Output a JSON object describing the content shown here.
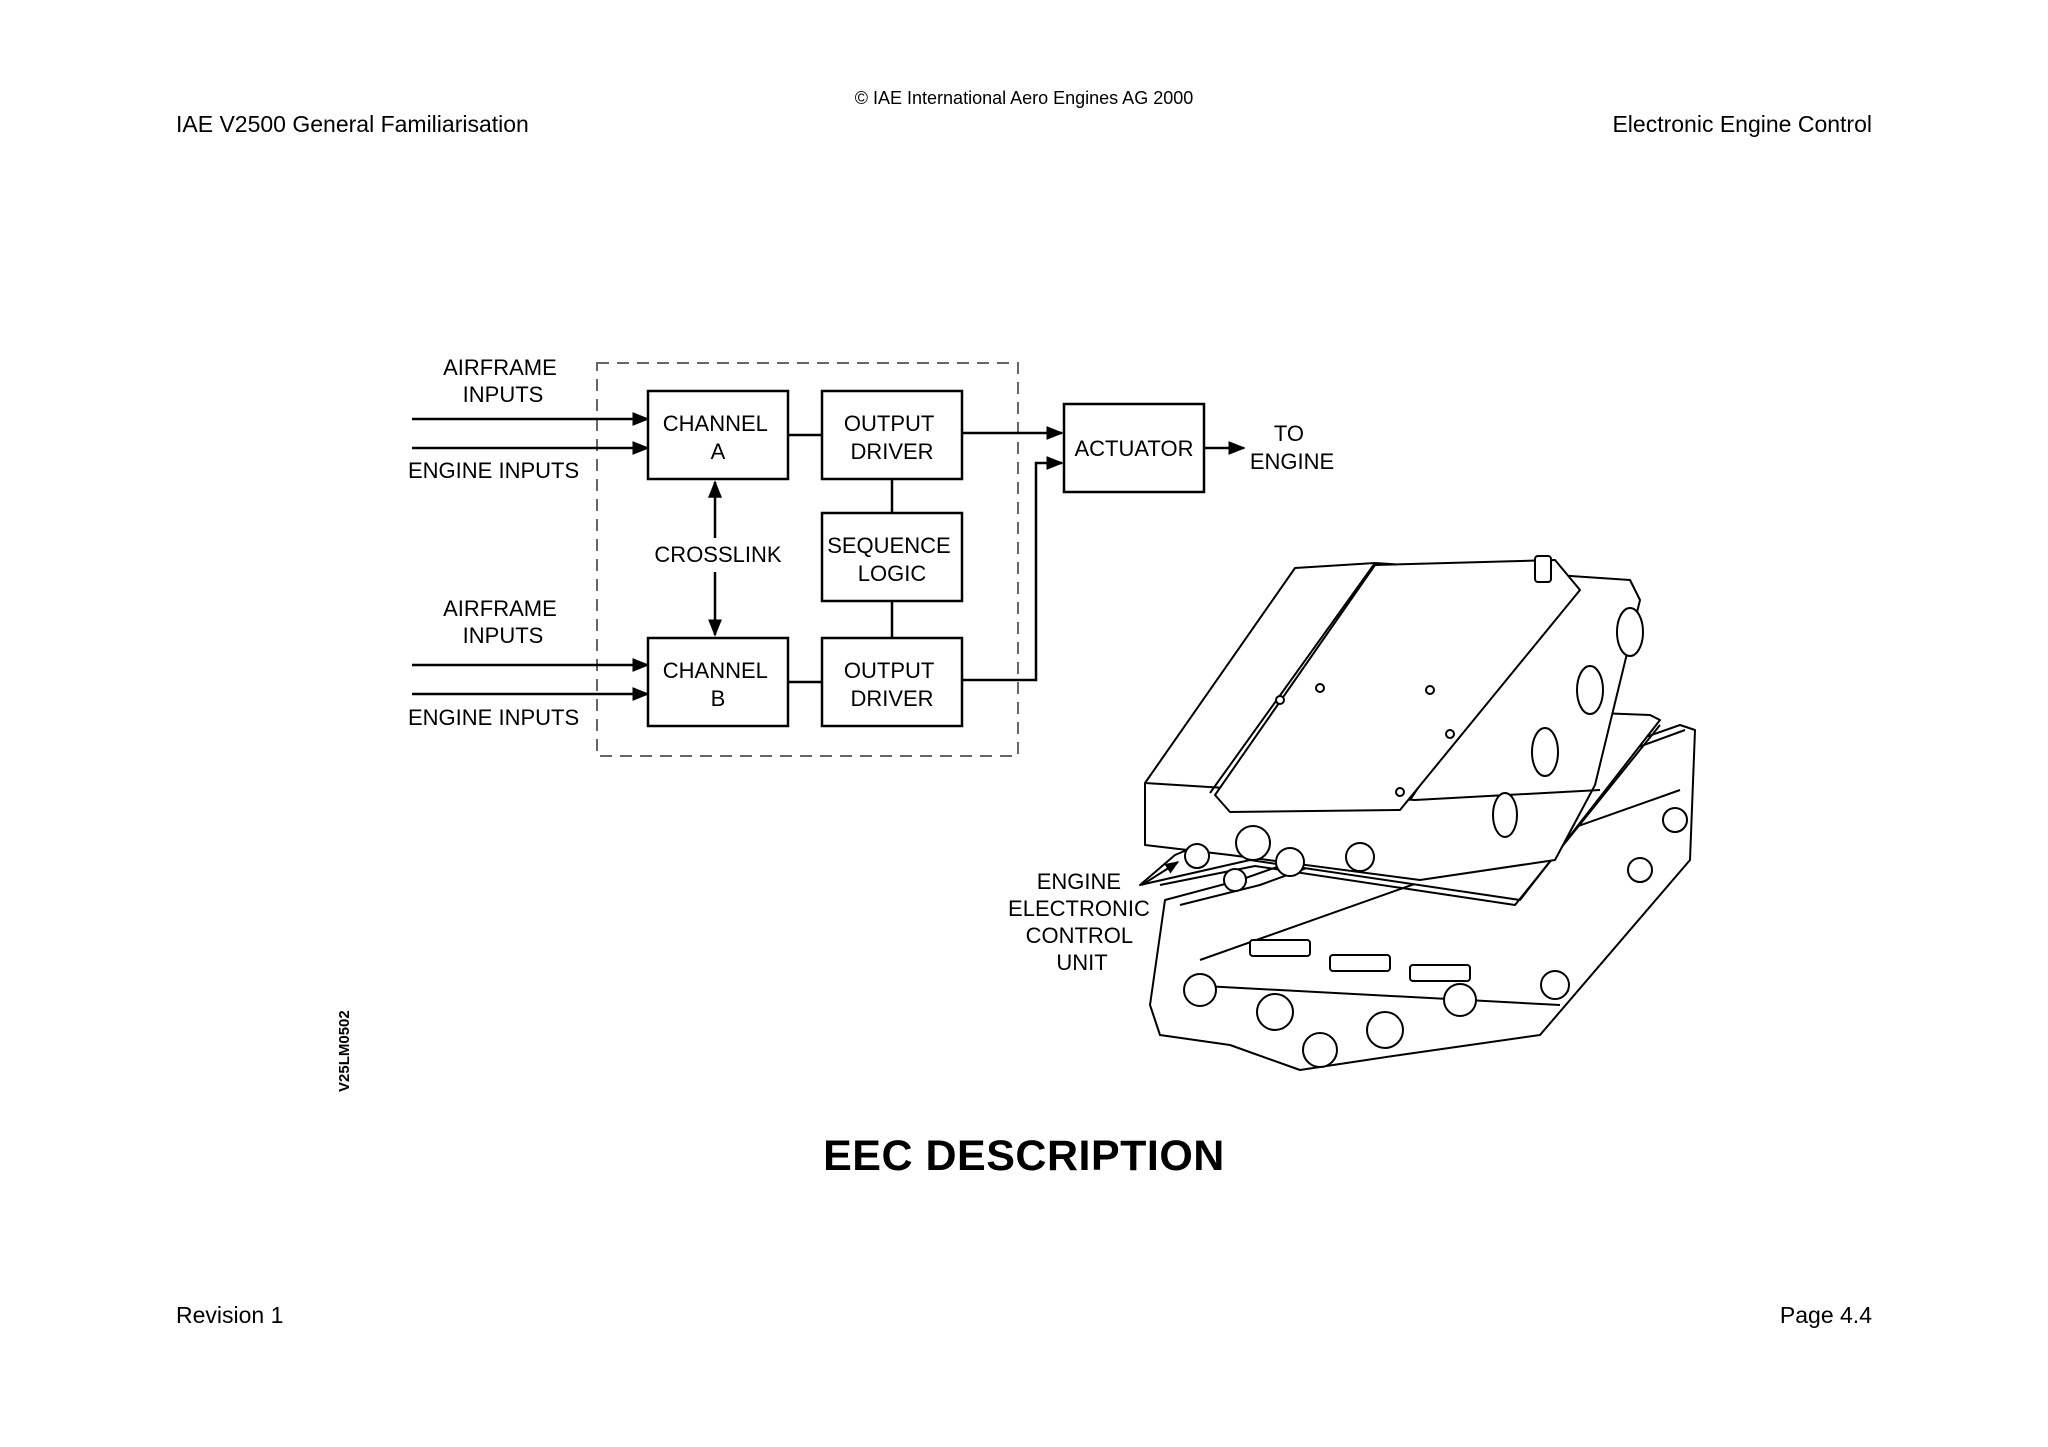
{
  "header": {
    "copyright": "© IAE International Aero Engines AG 2000",
    "doc_title": "IAE V2500 General Familiarisation",
    "section_title": "Electronic Engine Control"
  },
  "diagram": {
    "airframe_inputs_top": [
      "AIRFRAME",
      "INPUTS"
    ],
    "engine_inputs_top": "ENGINE INPUTS",
    "airframe_inputs_bottom": [
      "AIRFRAME",
      "INPUTS"
    ],
    "engine_inputs_bottom": "ENGINE INPUTS",
    "channel_a": [
      "CHANNEL",
      "A"
    ],
    "channel_b": [
      "CHANNEL",
      "B"
    ],
    "output_driver_a": [
      "OUTPUT",
      "DRIVER"
    ],
    "output_driver_b": [
      "OUTPUT",
      "DRIVER"
    ],
    "sequence_logic": [
      "SEQUENCE",
      "LOGIC"
    ],
    "crosslink": "CROSSLINK",
    "actuator": "ACTUATOR",
    "to_engine": [
      "TO",
      "ENGINE"
    ],
    "unit_label": [
      "ENGINE",
      "ELECTRONIC",
      "CONTROL",
      "UNIT"
    ]
  },
  "figure": {
    "id": "V25LM0502",
    "caption": "EEC DESCRIPTION"
  },
  "footer": {
    "revision": "Revision 1",
    "page": "Page 4.4"
  }
}
